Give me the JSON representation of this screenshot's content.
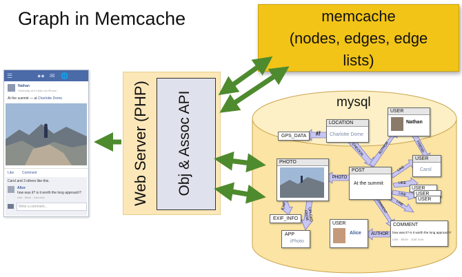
{
  "title": "Graph in Memcache",
  "memcache": {
    "line1": "memcache",
    "line2": "(nodes, edges, edge",
    "line3": "lists)"
  },
  "web_server": {
    "label": "Web Server (PHP)",
    "api_label": "Obj & Assoc API"
  },
  "mysql": {
    "label": "mysql"
  },
  "phone": {
    "author": "Nathan",
    "meta": "Yesterday at 6:15am via iPhone · ",
    "status_prefix": "At the summit — at ",
    "status_place": "Charlotte Dome.",
    "like_link": "Like",
    "comment_link": "Comment",
    "likes_line": "Carol and 3 others like this.",
    "commenter": "Alice",
    "comment_text": "how was it? is it worth the long approach?",
    "comment_meta": "Like · More · Just now",
    "write_placeholder": "Write a comment..."
  },
  "nodes": {
    "user_nathan": {
      "header": "USER",
      "name": "Nathan"
    },
    "location": {
      "header": "LOCATION",
      "value": "Charlotte Dome"
    },
    "gps": {
      "label": "GPS_DATA"
    },
    "user_carol": {
      "header": "USER",
      "value": "Carol"
    },
    "photo": {
      "header": "PHOTO"
    },
    "post": {
      "header": "POST",
      "value": "At the summit"
    },
    "user_stack": [
      "USER",
      "USER",
      "USER"
    ],
    "exif_info": {
      "label": "EXIF_INFO"
    },
    "app": {
      "header": "APP",
      "value": "iPhoto"
    },
    "user_alice": {
      "header": "USER",
      "name": "Alice"
    },
    "comment": {
      "header": "COMMENT",
      "text": "how was it? is it worth the long approach?",
      "meta": "Like · More · Just now"
    }
  },
  "edges": {
    "at": "AT",
    "checkin": "CHECKIN",
    "author_post": "AUTHOR",
    "friend": "FRIEND",
    "like_carol": "LIKE",
    "photo": "PHOTO",
    "comment": "COMMENT",
    "like_users": [
      "LIKE",
      "LIKE",
      "LIKE"
    ],
    "exif": "EXIF",
    "upload_from": "UPLOAD FROM",
    "author_comment": "AUTHOR"
  },
  "colors": {
    "memcache": "#f2c418",
    "web_server": "#fbe7b8",
    "api_box": "#dfe2ec",
    "mysql": "#fbe4a4",
    "arrow_green": "#4e8a2e",
    "edge_lavender": "#c8c6f2",
    "fb_blue": "#4a6aa8"
  }
}
